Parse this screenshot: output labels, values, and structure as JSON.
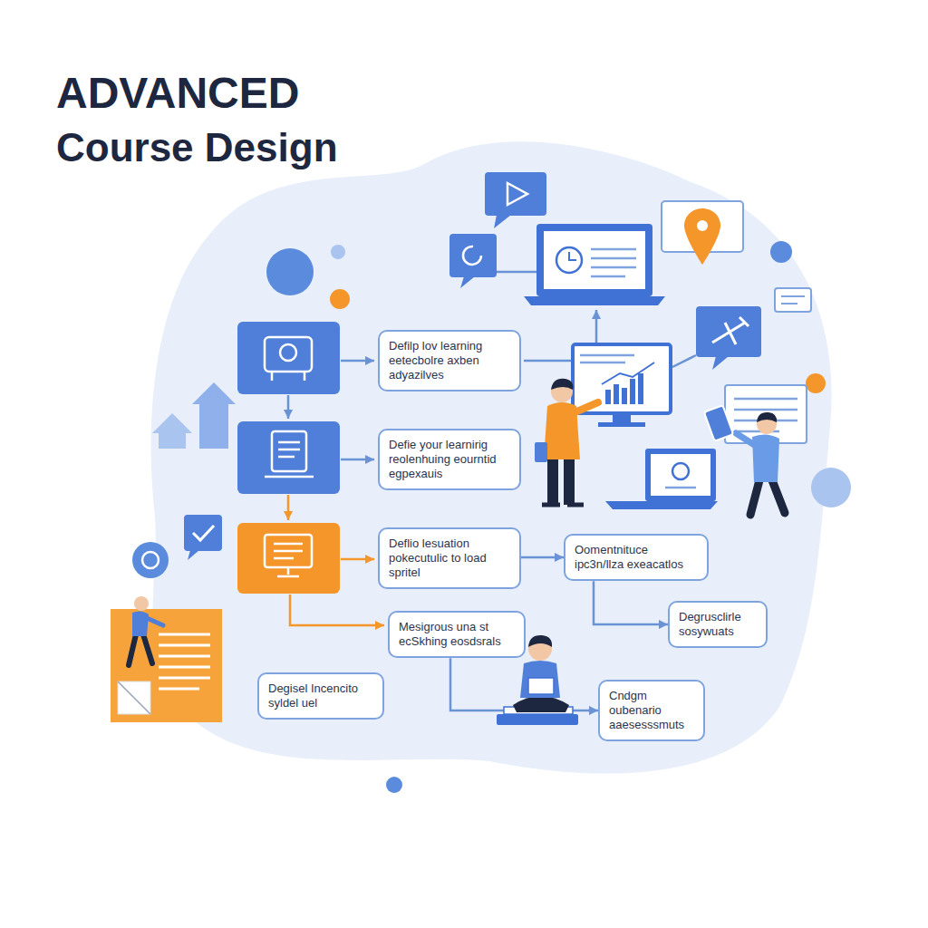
{
  "diagram": {
    "title": "ADVANCED",
    "nodes": [
      {
        "text": [
          "Defilp lov learning eetecbolre axben adyazilves"
        ]
      },
      {
        "text": [
          "Defie your learnirig reolenhuing eourntid egpexauis"
        ]
      },
      {
        "text": [
          "Deflio lesuation pokecutulic to load spritel"
        ]
      },
      {
        "text": [
          "Oomentnituce ipc3n/llza exeacatlos"
        ]
      },
      {
        "text": [
          "Degrusclirle sosywuats"
        ]
      },
      {
        "text": [
          "Mesigrous una st ecSkhing eosdsrals"
        ]
      },
      {
        "text": [
          "Degisel Incencito syldel uel"
        ]
      },
      {
        "text": [
          "Cndgm oubenario aaesesssmuts"
        ]
      }
    ],
    "edges": [
      {
        "from": 2,
        "to": 3,
        "arrow": "to"
      },
      {
        "from": 3,
        "to": 4,
        "arrow": "to"
      },
      {
        "from": 5,
        "to": 7,
        "arrow": "to"
      }
    ],
    "labels": [
      "Course Design"
    ]
  }
}
